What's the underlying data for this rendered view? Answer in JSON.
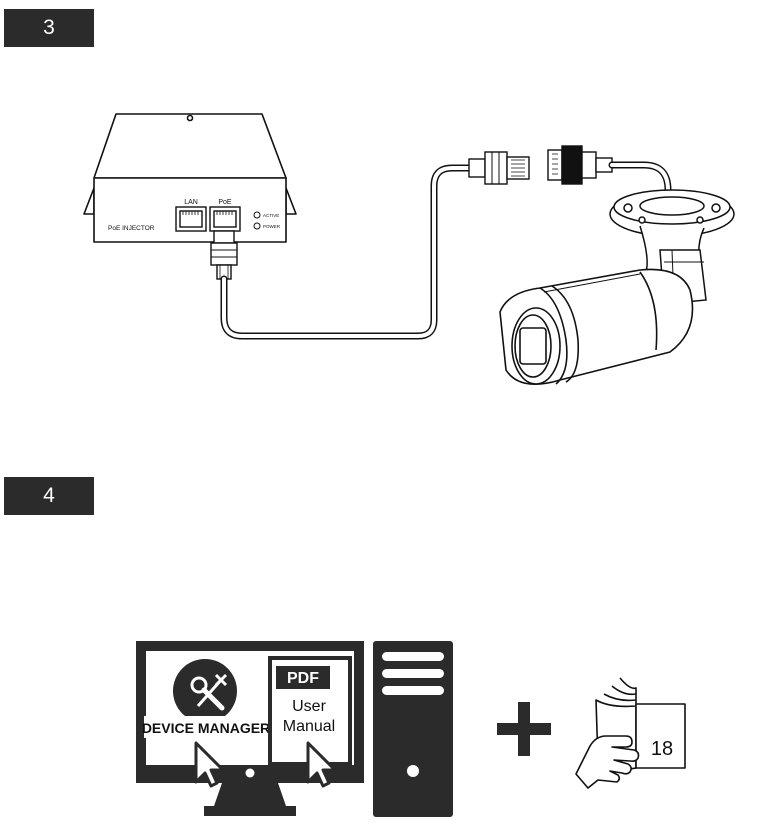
{
  "steps": [
    {
      "number": "3"
    },
    {
      "number": "4"
    }
  ],
  "injector": {
    "label": "PoE INJECTOR",
    "port_lan": "LAN",
    "port_poe": "PoE",
    "led_active": "ACTIVE",
    "led_power": "POWER"
  },
  "screen": {
    "device_manager_label": "DEVICE MANAGER",
    "pdf_label": "PDF",
    "manual_line1": "User",
    "manual_line2": "Manual"
  },
  "booklet": {
    "page_number": "18"
  },
  "icons": [
    "wrench-screwdriver-icon",
    "cursor-icon",
    "plus-icon",
    "hand-pointing-icon",
    "booklet-icon"
  ]
}
